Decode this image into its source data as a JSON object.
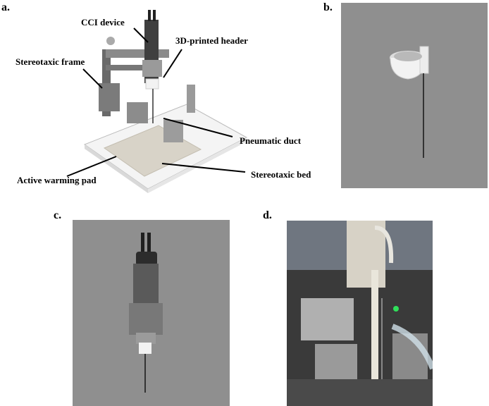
{
  "panels": {
    "a": {
      "letter": "a.",
      "labels": {
        "cci_device": "CCI device",
        "header": "3D-printed header",
        "frame": "Stereotaxic frame",
        "duct": "Pneumatic duct",
        "pad": "Active warming pad",
        "bed": "Stereotaxic bed"
      }
    },
    "b": {
      "letter": "b."
    },
    "c": {
      "letter": "c."
    },
    "d": {
      "letter": "d."
    }
  },
  "colors": {
    "render_background": "#8f8f8f",
    "metal_light": "#b8b8b8",
    "metal_dark": "#555555",
    "plastic_white": "#f2f2f2",
    "warming_pad": "#d8d3c8",
    "led_green": "#2fe05a"
  }
}
